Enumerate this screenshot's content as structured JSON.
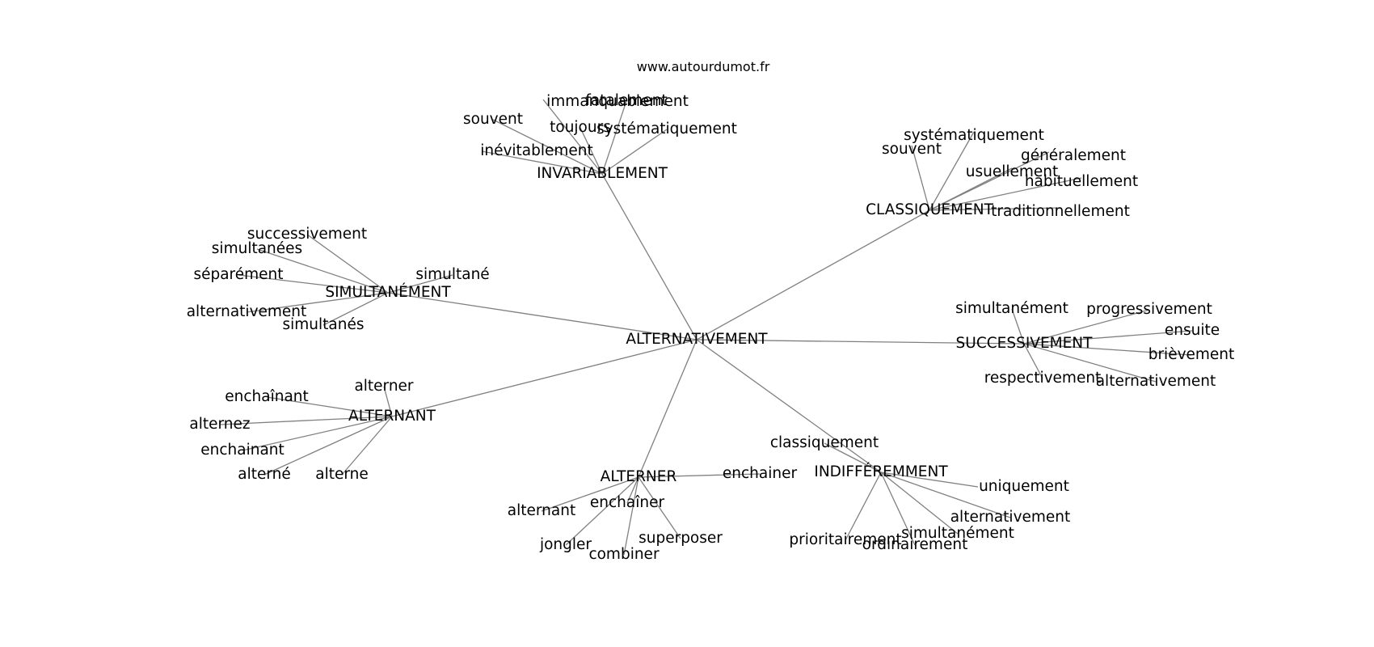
{
  "site": "www.autourdumot.fr",
  "colors": {
    "edge": "#808080",
    "text": "#000000",
    "background": "#ffffff"
  },
  "graph": {
    "center": "ALTERNATIVEMENT",
    "hubs": [
      {
        "label": "INVARIABLEMENT",
        "leaves": [
          "immanquablement",
          "fatalement",
          "souvent",
          "toujours",
          "systématiquement",
          "inévitablement"
        ]
      },
      {
        "label": "CLASSIQUEMENT",
        "leaves": [
          "systématiquement",
          "souvent",
          "généralement",
          "usuellement",
          "habituellement",
          "traditionnellement"
        ]
      },
      {
        "label": "SIMULTANÉMENT",
        "leaves": [
          "successivement",
          "simultanées",
          "simultané",
          "séparément",
          "alternativement",
          "simultanés"
        ]
      },
      {
        "label": "SUCCESSIVEMENT",
        "leaves": [
          "simultanément",
          "progressivement",
          "ensuite",
          "brièvement",
          "respectivement",
          "alternativement"
        ]
      },
      {
        "label": "ALTERNANT",
        "leaves": [
          "alterner",
          "enchaînant",
          "alternez",
          "enchainant",
          "alterné",
          "alterne"
        ]
      },
      {
        "label": "ALTERNER",
        "leaves": [
          "enchainer",
          "alternant",
          "enchaîner",
          "superposer",
          "jongler",
          "combiner"
        ]
      },
      {
        "label": "INDIFFÉREMMENT",
        "leaves": [
          "classiquement",
          "uniquement",
          "alternativement",
          "simultanément",
          "prioritairement",
          "ordinairement"
        ]
      }
    ]
  }
}
